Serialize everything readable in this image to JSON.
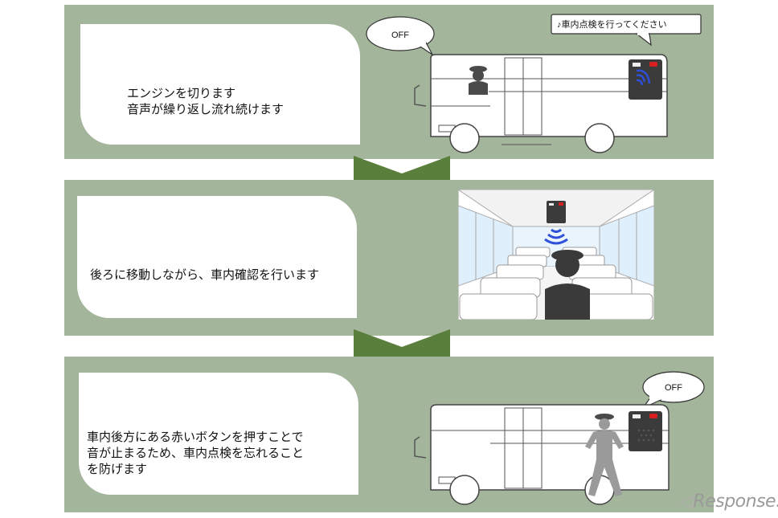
{
  "steps": [
    {
      "lines": [
        "エンジンを切ります",
        "音声が繰り返し流れ続けます"
      ],
      "bubble_left": "OFF",
      "bubble_right": "♪車内点検を行ってください"
    },
    {
      "lines": [
        "後ろに移動しながら、車内確認を行います"
      ]
    },
    {
      "lines": [
        "車内後方にある赤いボタンを押すことで",
        "音が止まるため、車内点検を忘れること",
        "を防げます"
      ],
      "bubble_right": "OFF"
    }
  ],
  "watermark": "Response.",
  "colors": {
    "panel": "#a3b59a",
    "arrow": "#5a7f3c",
    "device": "#3b3b3b",
    "signal": "#2f4fd8",
    "button_red": "#d92020"
  }
}
